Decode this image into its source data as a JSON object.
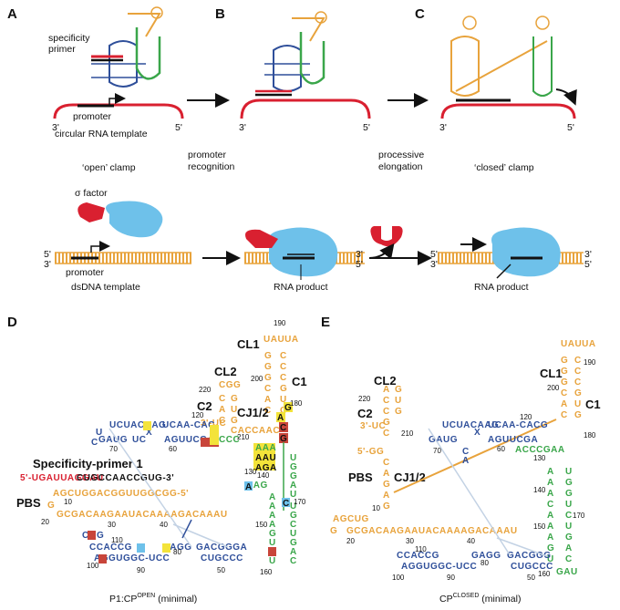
{
  "panels": {
    "A": "A",
    "B": "B",
    "C": "C",
    "D": "D",
    "E": "E"
  },
  "top": {
    "specificity_primer": [
      "specificity",
      "primer"
    ],
    "promoter": "promoter",
    "template": "circular RNA template",
    "open_clamp": "‘open’ clamp",
    "promoter_recognition": [
      "promoter",
      "recognition"
    ],
    "processive_elongation": [
      "processive",
      "elongation"
    ],
    "closed_clamp": "‘closed’ clamp",
    "end3": "3'",
    "end5": "5'"
  },
  "middle": {
    "sigma": "σ factor",
    "promoter": "promoter",
    "dsdna": "dsDNA template",
    "rna_product_1": "RNA product",
    "rna_product_2": "RNA product",
    "end3": "3'",
    "end5": "5'"
  },
  "panel_d": {
    "cl1": "CL1",
    "c1": "C1",
    "cl2": "CL2",
    "c2": "C2",
    "cj12": "CJ1/2",
    "pbs": "PBS",
    "primer_label": "Specificity-primer 1",
    "primer_seq_red": "5'-UGAUUAGGAU",
    "primer_seq_black": "CUGCCAACCGUG-3'",
    "pbs_seq": "AGCUGGACGGUUGGCGG-5'",
    "bottom_seq": "GCGACAAGAAUACAAAAGACAAAU",
    "caption_main": "P1:CP",
    "caption_sup": "OPEN",
    "caption_tail": " (minimal)",
    "numbers": [
      "190",
      "200",
      "180",
      "220",
      "210",
      "120",
      "60",
      "70",
      "130",
      "140",
      "170",
      "150",
      "160",
      "10",
      "20",
      "30",
      "40",
      "110",
      "80",
      "90",
      "100",
      "50"
    ]
  },
  "panel_e": {
    "cl1": "CL1",
    "c1": "C1",
    "cl2": "CL2",
    "c2": "C2",
    "cj12": "CJ1/2",
    "pbs": "PBS",
    "bottom_seq": "GCGACAAGAAUACAAAAGACAAAU",
    "caption_main": "CP",
    "caption_sup": "CLOSED",
    "caption_tail": " (minimal)",
    "numbers": [
      "190",
      "200",
      "180",
      "220",
      "210",
      "120",
      "60",
      "70",
      "130",
      "140",
      "170",
      "150",
      "160",
      "10",
      "20",
      "30",
      "40",
      "110",
      "80",
      "90",
      "100",
      "50"
    ]
  },
  "colors": {
    "orange": "#e8a33c",
    "blue": "#2f4f9a",
    "green": "#3aa64a",
    "red": "#d92030",
    "lightblue": "#6ec1ea",
    "highlight_yellow": "#f3e33a"
  }
}
